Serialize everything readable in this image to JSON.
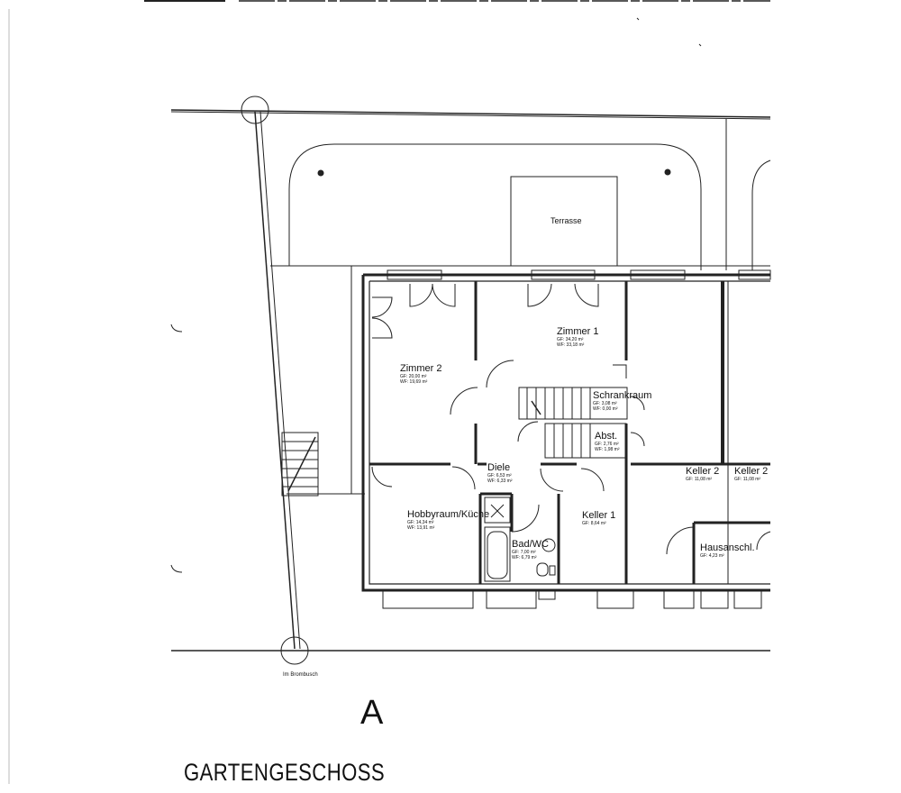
{
  "sheet": {
    "letter": "A",
    "floor_title": "GARTENGESCHOSS"
  },
  "labels": {
    "terrasse": "Terrasse",
    "street": "Im Brombusch"
  },
  "rooms": {
    "zimmer2": {
      "name": "Zimmer 2",
      "gf": "GF: 20,00 m²",
      "wf": "WF: 19,69 m²"
    },
    "zimmer1": {
      "name": "Zimmer 1",
      "gf": "GF: 34,20 m²",
      "wf": "WF: 33,18 m²"
    },
    "schrankraum": {
      "name": "Schrankraum",
      "gf": "GF: 3,08 m²",
      "wf": "WF: 0,00 m²"
    },
    "abst": {
      "name": "Abst.",
      "gf": "GF: 2,76 m²",
      "wf": "WF: 1,98 m²"
    },
    "diele": {
      "name": "Diele",
      "gf": "GF: 6,53 m²",
      "wf": "WF: 6,33 m²"
    },
    "hobbyraum": {
      "name": "Hobbyraum/Küche",
      "gf": "GF: 14,34 m²",
      "wf": "WF: 13,91 m²"
    },
    "bad": {
      "name": "Bad/WC",
      "gf": "GF: 7,00 m²",
      "wf": "WF: 6,79 m²"
    },
    "keller1": {
      "name": "Keller 1",
      "gf": "GF: 8,64 m²"
    },
    "keller2a": {
      "name": "Keller 2",
      "gf": "GF: 11,08 m²"
    },
    "keller2b": {
      "name": "Keller 2",
      "gf": "GF: 11,08 m²"
    },
    "hausanschl": {
      "name": "Hausanschl.",
      "gf": "GF: 4,23 m²"
    }
  }
}
